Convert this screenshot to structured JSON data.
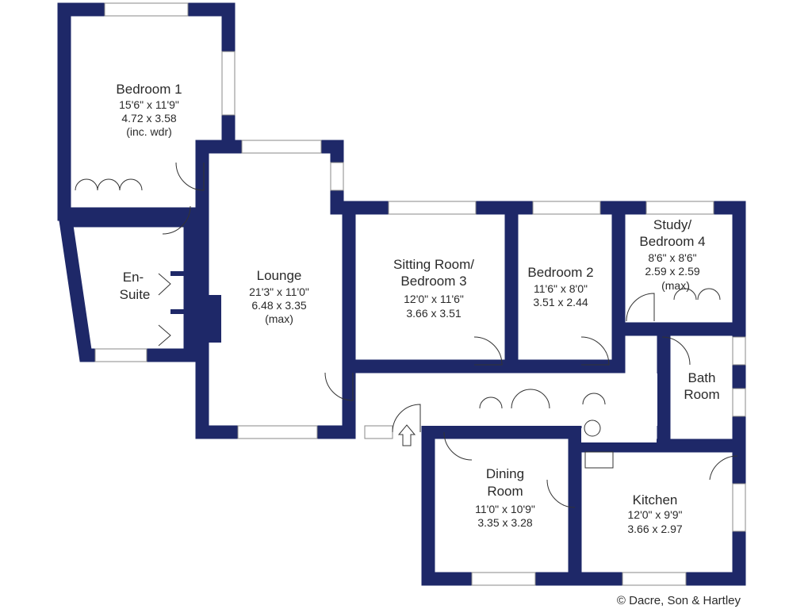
{
  "colors": {
    "wall": "#1e2868",
    "window": "#ffffff"
  },
  "rooms": {
    "bedroom1": {
      "name": "Bedroom 1",
      "imperial": "15'6\"  x  11'9\"",
      "metric": "4.72  x  3.58",
      "note": "(inc. wdr)"
    },
    "ensuite": {
      "name1": "En-",
      "name2": "Suite"
    },
    "lounge": {
      "name": "Lounge",
      "imperial": "21'3\"  x  11'0\"",
      "metric": "6.48  x  3.35",
      "note": "(max)"
    },
    "sitting": {
      "name1": "Sitting Room/",
      "name2": "Bedroom 3",
      "imperial": "12'0\"  x  11'6\"",
      "metric": "3.66  x  3.51"
    },
    "bedroom2": {
      "name": "Bedroom 2",
      "imperial": "11'6\"  x  8'0\"",
      "metric": "3.51  x  2.44"
    },
    "study": {
      "name1": "Study/",
      "name2": "Bedroom 4",
      "imperial": "8'6\"  x  8'6\"",
      "metric": "2.59  x  2.59",
      "note": "(max)"
    },
    "bath": {
      "name1": "Bath",
      "name2": "Room"
    },
    "dining": {
      "name1": "Dining",
      "name2": "Room",
      "imperial": "11'0\"  x  10'9\"",
      "metric": "3.35  x  3.28"
    },
    "kitchen": {
      "name": "Kitchen",
      "imperial": "12'0\"  x  9'9\"",
      "metric": "3.66  x  2.97"
    }
  },
  "copyright": "© Dacre, Son & Hartley"
}
